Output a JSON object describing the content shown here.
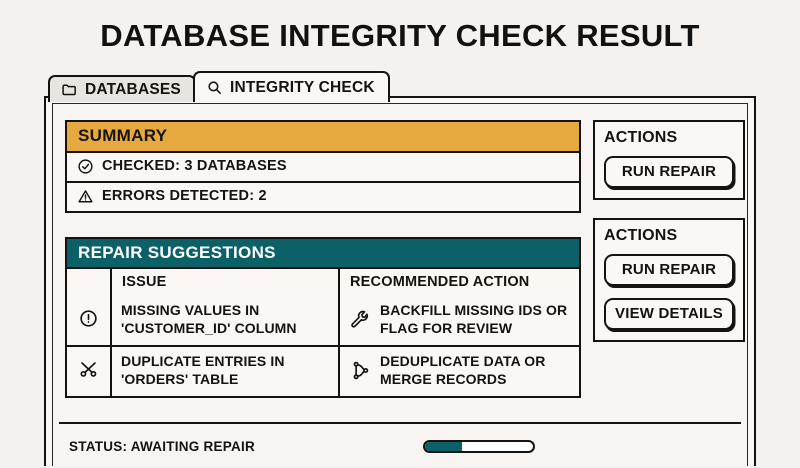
{
  "page_title": "DATABASE INTEGRITY CHECK RESULT",
  "colors": {
    "background": "#f5f1ee",
    "panel": "#faf7f4",
    "ink": "#15130f",
    "summary_header": "#e5a93f",
    "repair_header": "#0c6168",
    "progress_fill": "#0c6168"
  },
  "tabs": [
    {
      "label": "DATABASES",
      "icon": "folder-icon",
      "active": false
    },
    {
      "label": "INTEGRITY CHECK",
      "icon": "search-icon",
      "active": true
    }
  ],
  "summary": {
    "title": "SUMMARY",
    "rows": [
      {
        "icon": "check-circle-icon",
        "text": "CHECKED: 3 DATABASES"
      },
      {
        "icon": "warning-triangle-icon",
        "text": "ERRORS DETECTED: 2"
      }
    ]
  },
  "repair": {
    "title": "REPAIR SUGGESTIONS",
    "columns": [
      "",
      "ISSUE",
      "RECOMMENDED ACTION"
    ],
    "rows": [
      {
        "issue_icon": "alert-circle-icon",
        "issue": "MISSING VALUES IN 'CUSTOMER_ID' COLUMN",
        "action_icon": "wrench-icon",
        "action": "BACKFILL MISSING IDS OR FLAG FOR REVIEW"
      },
      {
        "issue_icon": "scissors-icon",
        "issue": "DUPLICATE ENTRIES IN 'ORDERS' TABLE",
        "action_icon": "git-merge-icon",
        "action": "DEDUPLICATE DATA OR MERGE RECORDS"
      }
    ]
  },
  "action_panels": [
    {
      "title": "ACTIONS",
      "buttons": [
        "RUN REPAIR"
      ]
    },
    {
      "title": "ACTIONS",
      "buttons": [
        "RUN REPAIR",
        "VIEW DETAILS"
      ]
    }
  ],
  "status": {
    "text": "STATUS: AWAITING REPAIR",
    "progress_percent": 34
  }
}
